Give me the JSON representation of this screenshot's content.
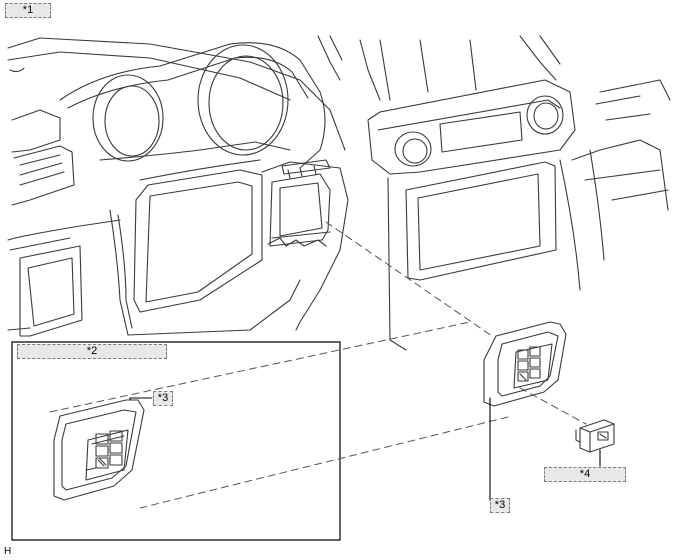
{
  "callouts": {
    "c1": "*1",
    "c2": "*2",
    "c3_small": "*3",
    "c3_large": "*3",
    "c4": "*4"
  },
  "figure_code": "H"
}
